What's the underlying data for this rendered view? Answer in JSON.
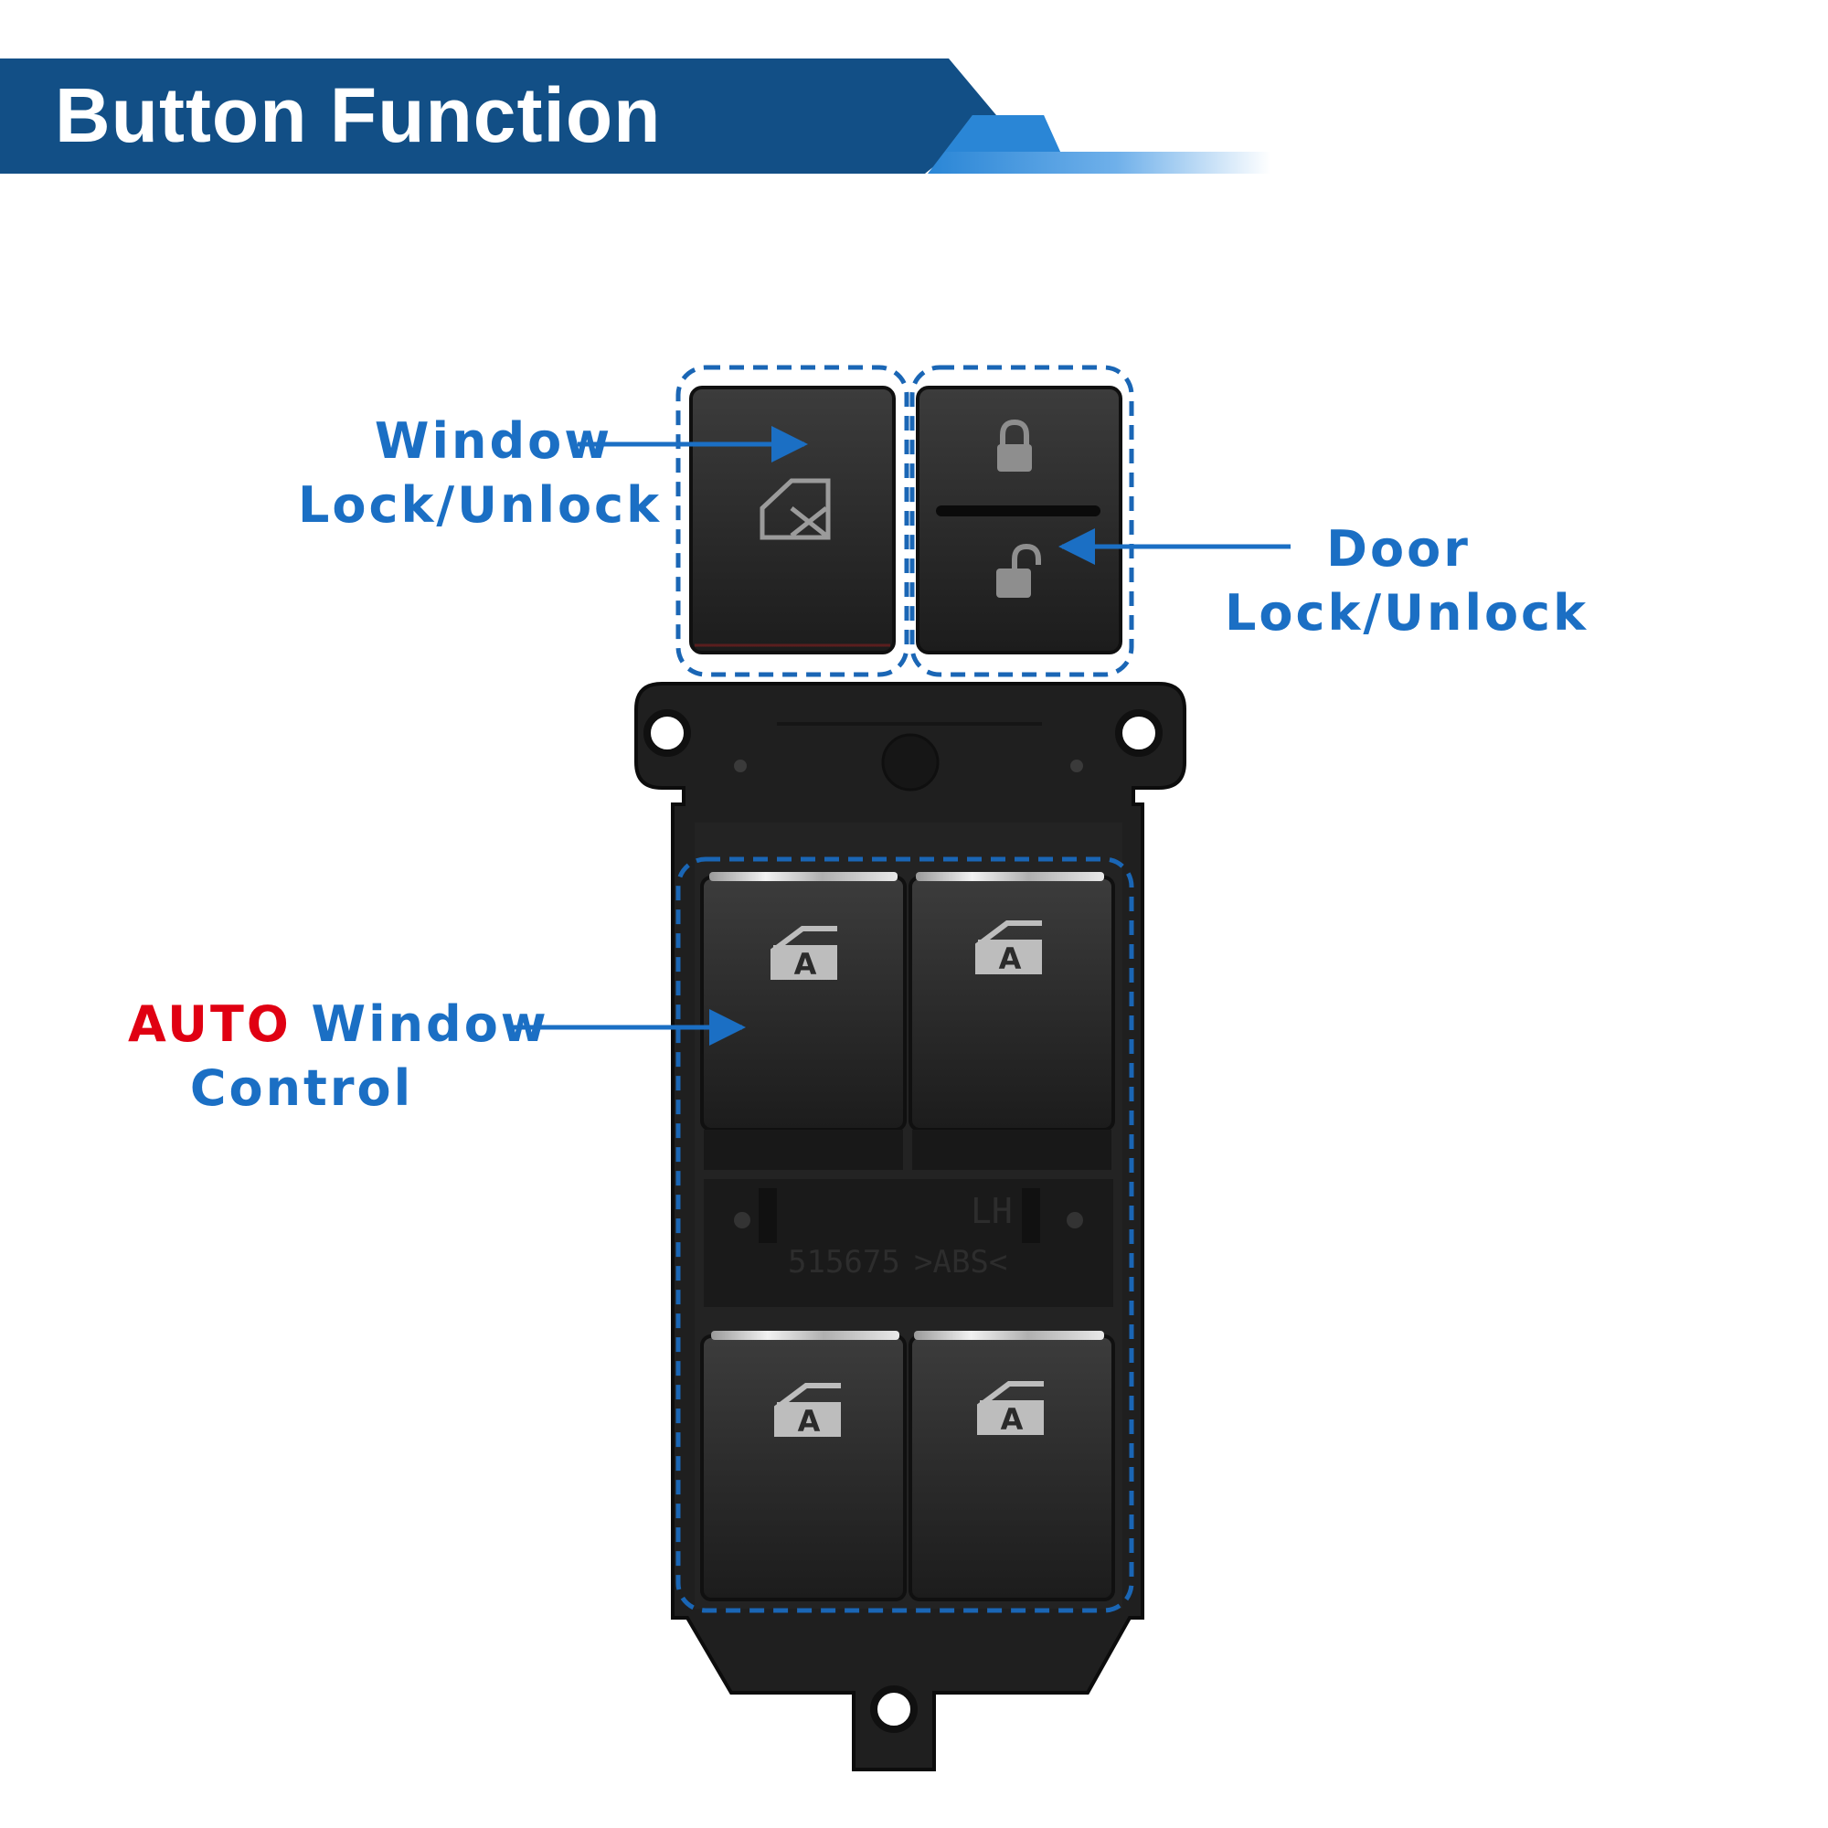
{
  "header": {
    "title": "Button Function"
  },
  "labels": {
    "window_lock": {
      "line1": "Window",
      "line2": "Lock/Unlock"
    },
    "door_lock": {
      "line1": "Door",
      "line2": "Lock/Unlock"
    },
    "auto_window": {
      "highlight": "AUTO",
      "line1_rest": " Window",
      "line2": "Control"
    }
  },
  "panel_markings": {
    "side": "LH",
    "part_no": "515675",
    "material": ">ABS<"
  },
  "colors": {
    "banner_dark": "#124f86",
    "banner_accent": "#2a86d6",
    "label_blue": "#1b6fc4",
    "highlight_red": "#e00012",
    "callout_dash": "#1a66b5"
  },
  "icons": {
    "window_lock_button": "window-lock-icon",
    "door_lock_button": "padlock-closed-icon",
    "door_unlock_button": "padlock-open-icon",
    "auto_window_buttons": "auto-window-icon"
  }
}
